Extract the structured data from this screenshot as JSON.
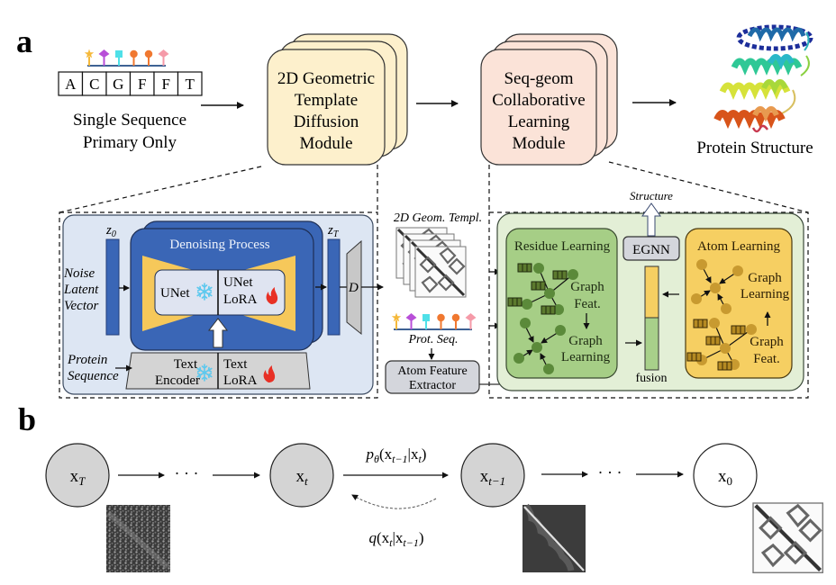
{
  "panel_a": {
    "label": "a",
    "input": {
      "sequence": [
        "A",
        "C",
        "G",
        "F",
        "F",
        "T"
      ],
      "caption_line1": "Single Sequence",
      "caption_line2": "Primary Only",
      "marker_colors": [
        "#f5b93b",
        "#b84fd8",
        "#4fe0e8",
        "#f07830",
        "#f07830",
        "#f59aa8"
      ],
      "marker_shapes": [
        "star",
        "diamond",
        "square",
        "circle",
        "circle",
        "diamond"
      ]
    },
    "module1": {
      "lines": [
        "2D Geometric",
        "Template",
        "Diffusion",
        "Module"
      ],
      "color": "#fdf0cc"
    },
    "module2": {
      "lines": [
        "Seq-geom",
        "Collaborative",
        "Learning",
        "Module"
      ],
      "color": "#fbe3d8"
    },
    "output": {
      "caption": "Protein Structure"
    },
    "diffusion_detail": {
      "z0": "z",
      "z0_sub": "0",
      "zT": "z",
      "zT_sub": "T",
      "noise_label": [
        "Noise",
        "Latent",
        "Vector"
      ],
      "denoising_title": "Denoising Process",
      "unet_label": "UNet",
      "unet_lora_label": [
        "UNet",
        "LoRA"
      ],
      "protein_seq_label": [
        "Protein",
        "Sequence"
      ],
      "text_encoder_label": [
        "Text",
        "Encoder"
      ],
      "text_lora_label": [
        "Text",
        "LoRA"
      ],
      "decoder_label": "D",
      "frozen_icon": "snowflake-icon",
      "trainable_icon": "flame-icon"
    },
    "middle": {
      "template_label": "2D Geom. Templ.",
      "prot_seq_label": "Prot. Seq.",
      "atom_extractor_label": [
        "Atom Feature",
        "Extractor"
      ]
    },
    "collab_detail": {
      "structure_label": "Structure",
      "egnn_label": "EGNN",
      "fusion_label": "fusion",
      "residue": {
        "title": "Residue Learning",
        "graph_feat": [
          "Graph",
          "Feat."
        ],
        "graph_learning": [
          "Graph",
          "Learning"
        ]
      },
      "atom": {
        "title": "Atom Learning",
        "graph_learning": [
          "Graph",
          "Learning"
        ],
        "graph_feat": [
          "Graph",
          "Feat."
        ]
      }
    }
  },
  "panel_b": {
    "label": "b",
    "nodes": [
      {
        "base": "x",
        "sub": "T",
        "filled": true
      },
      {
        "base": "x",
        "sub": "t",
        "filled": true
      },
      {
        "base": "x",
        "sub": "t−1",
        "filled": true
      },
      {
        "base": "x",
        "sub": "0",
        "filled": false
      }
    ],
    "ellipsis": "· · ·",
    "forward_label": {
      "p": "p",
      "theta": "θ",
      "open": "(x",
      "sub1": "t−1",
      "bar": "|x",
      "sub2": "t",
      "close": ")"
    },
    "reverse_label": {
      "q": "q",
      "open": "(x",
      "sub1": "t",
      "bar": "|x",
      "sub2": "t−1",
      "close": ")"
    }
  }
}
